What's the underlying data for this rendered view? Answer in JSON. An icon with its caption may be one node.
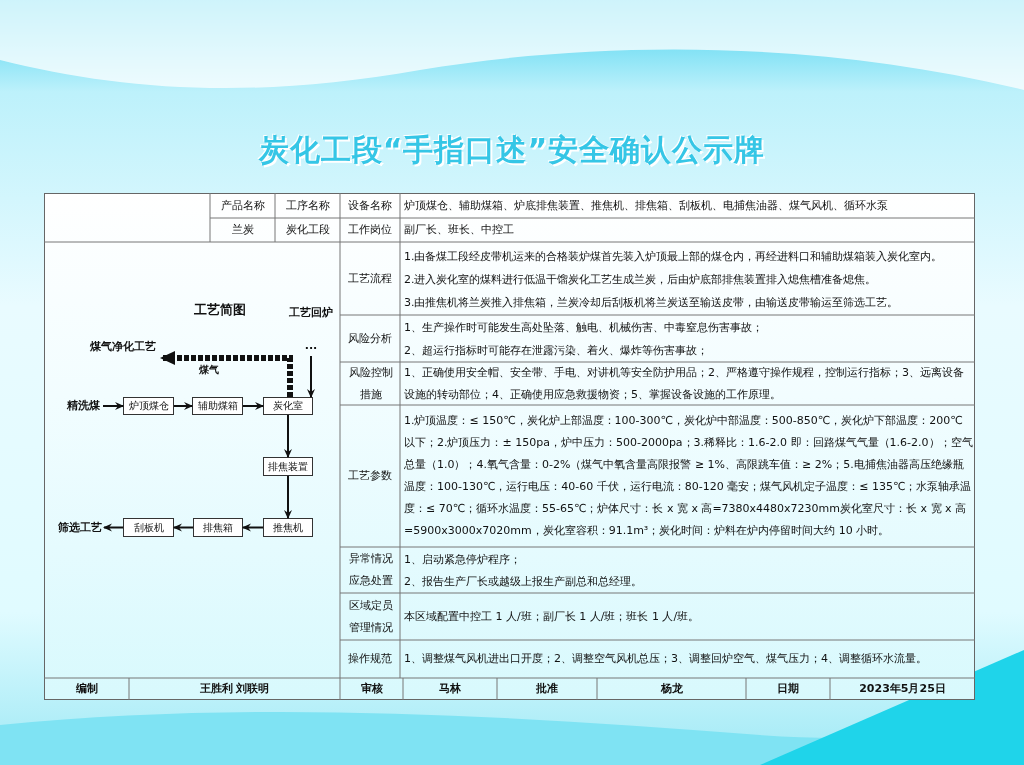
{
  "diagram": {
    "title": "炭化工段“手指口述”安全确认公示牌",
    "nodes": [
      {
        "text": [
          "精洗煤"
        ]
      },
      {
        "text": [
          "炉顶煤仓"
        ]
      },
      {
        "text": [
          "辅助煤箱"
        ]
      },
      {
        "text": [
          "炭化室"
        ]
      },
      {
        "text": [
          "排焦装置"
        ]
      },
      {
        "text": [
          "推焦机"
        ]
      },
      {
        "text": [
          "排焦箱"
        ]
      },
      {
        "text": [
          "刮板机"
        ]
      },
      {
        "text": [
          "筛选工艺"
        ]
      },
      {
        "text": [
          "煤气净化工艺"
        ]
      },
      {
        "text": [
          "工艺回炉",
          "···"
        ]
      }
    ],
    "edges": [
      {
        "from": 0,
        "to": 1,
        "arrow": "to"
      },
      {
        "from": 1,
        "to": 2,
        "arrow": "to"
      },
      {
        "from": 2,
        "to": 3,
        "arrow": "to"
      },
      {
        "from": 3,
        "to": 4,
        "arrow": "to"
      },
      {
        "from": 4,
        "to": 5,
        "arrow": "to"
      },
      {
        "from": 5,
        "to": 6,
        "arrow": "to"
      },
      {
        "from": 6,
        "to": 7,
        "arrow": "to"
      },
      {
        "from": 7,
        "to": 8,
        "arrow": "to"
      },
      {
        "from": 3,
        "to": 9,
        "arrow": "to",
        "style": "dashed",
        "label": "煤气"
      },
      {
        "from": 10,
        "to": 3,
        "arrow": "to"
      }
    ],
    "labels": [
      "产品名称",
      "工序名称",
      "设备名称",
      "炉顶煤仓、辅助煤箱、炉底排焦装置、推焦机、排焦箱、刮板机、电捕焦油器、煤气风机、循环水泵",
      "兰炭",
      "炭化工段",
      "工作岗位",
      "副厂长、班长、中控工",
      "工艺简图",
      "工艺流程",
      "1.由备煤工段经皮带机运来的合格装炉煤首先装入炉顶最上部的煤仓内，再经进料口和辅助煤箱装入炭化室内。",
      "2.进入炭化室的煤料进行低温干馏炭化工艺生成兰炭，后由炉底部排焦装置排入熄焦槽准备熄焦。",
      "3.由推焦机将兰炭推入排焦箱，兰炭冷却后刮板机将兰炭送至输送皮带，由输送皮带输运至筛选工艺。",
      "风险分析",
      "1、生产操作时可能发生高处坠落、触电、机械伤害、中毒窒息伤害事故；",
      "2、超运行指标时可能存在泄露污染、着火、爆炸等伤害事故；",
      "风险控制措施",
      "1、正确使用安全帽、安全带、手电、对讲机等安全防护用品；2、严格遵守操作规程，控制运行指标；3、远离设备设施的转动部位；4、正确使用应急救援物资；5、掌握设备设施的工作原理。",
      "工艺参数",
      "1.炉顶温度：≤ 150℃，炭化炉上部温度：100-300℃，炭化炉中部温度：500-850℃，炭化炉下部温度：200℃以下；2.炉顶压力：± 150pa，炉中压力：500-2000pa；3.稀释比：1.6-2.0 即：回路煤气气量（1.6-2.0）；空气总量（1.0）；4.氧气含量：0-2%（煤气中氧含量高限报警 ≥ 1%、高限跳车值：≥ 2%；5.电捕焦油器高压绝缘瓶温度：100-130℃，运行电压：40-60 千伏，运行电流：80-120 毫安；煤气风机定子温度：≤ 135℃；水泵轴承温度：≤ 70℃；循环水温度：55-65℃；炉体尺寸：长 x 宽 x 高=7380x4480x7230mm炭化室尺寸：长 x 宽 x 高=5900x3000x7020mm，炭化室容积：91.1m³；炭化时间：炉料在炉内停留时间大约 10 小时。",
      "异常情况应急处置",
      "1、启动紧急停炉程序；",
      "2、报告生产厂长或越级上报生产副总和总经理。",
      "区域定员管理情况",
      "本区域配置中控工 1 人/班；副厂长 1 人/班；班长 1 人/班。",
      "操作规范",
      "1、调整煤气风机进出口开度；2、调整空气风机总压；3、调整回炉空气、煤气压力；4、调整循环水流量。",
      "编制",
      "王胜利 刘联明",
      "审核",
      "马林",
      "批准",
      "杨龙",
      "日期",
      "2023年5月25日"
    ]
  }
}
